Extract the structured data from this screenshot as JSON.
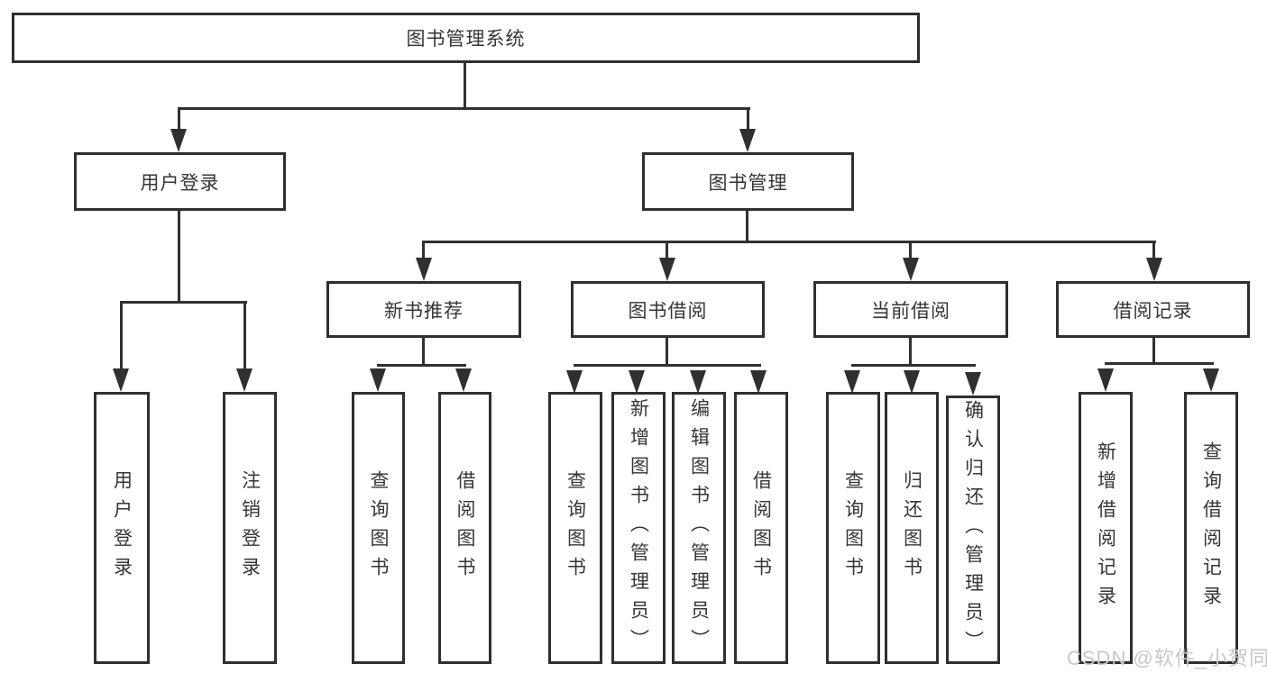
{
  "diagram": {
    "root": {
      "label": "图书管理系统",
      "children": [
        {
          "label": "用户登录",
          "children": [
            {
              "label": "用户登录"
            },
            {
              "label": "注销登录"
            }
          ]
        },
        {
          "label": "图书管理",
          "children": [
            {
              "label": "新书推荐",
              "children": [
                {
                  "label": "查询图书"
                },
                {
                  "label": "借阅图书"
                }
              ]
            },
            {
              "label": "图书借阅",
              "children": [
                {
                  "label": "查询图书"
                },
                {
                  "label": "新增图书（管理员）"
                },
                {
                  "label": "编辑图书（管理员）"
                },
                {
                  "label": "借阅图书"
                }
              ]
            },
            {
              "label": "当前借阅",
              "children": [
                {
                  "label": "查询图书"
                },
                {
                  "label": "归还图书"
                },
                {
                  "label": "确认归还（管理员）"
                }
              ]
            },
            {
              "label": "借阅记录",
              "children": [
                {
                  "label": "新增借阅记录"
                },
                {
                  "label": "查询借阅记录"
                }
              ]
            }
          ]
        }
      ]
    }
  },
  "watermark": {
    "text": "CSDN @软件_小贺同学"
  },
  "colors": {
    "line": "#303030",
    "box_border": "#2f2f2f",
    "text": "#363636",
    "watermark": "#c9c7c7",
    "background": "#ffffff"
  }
}
